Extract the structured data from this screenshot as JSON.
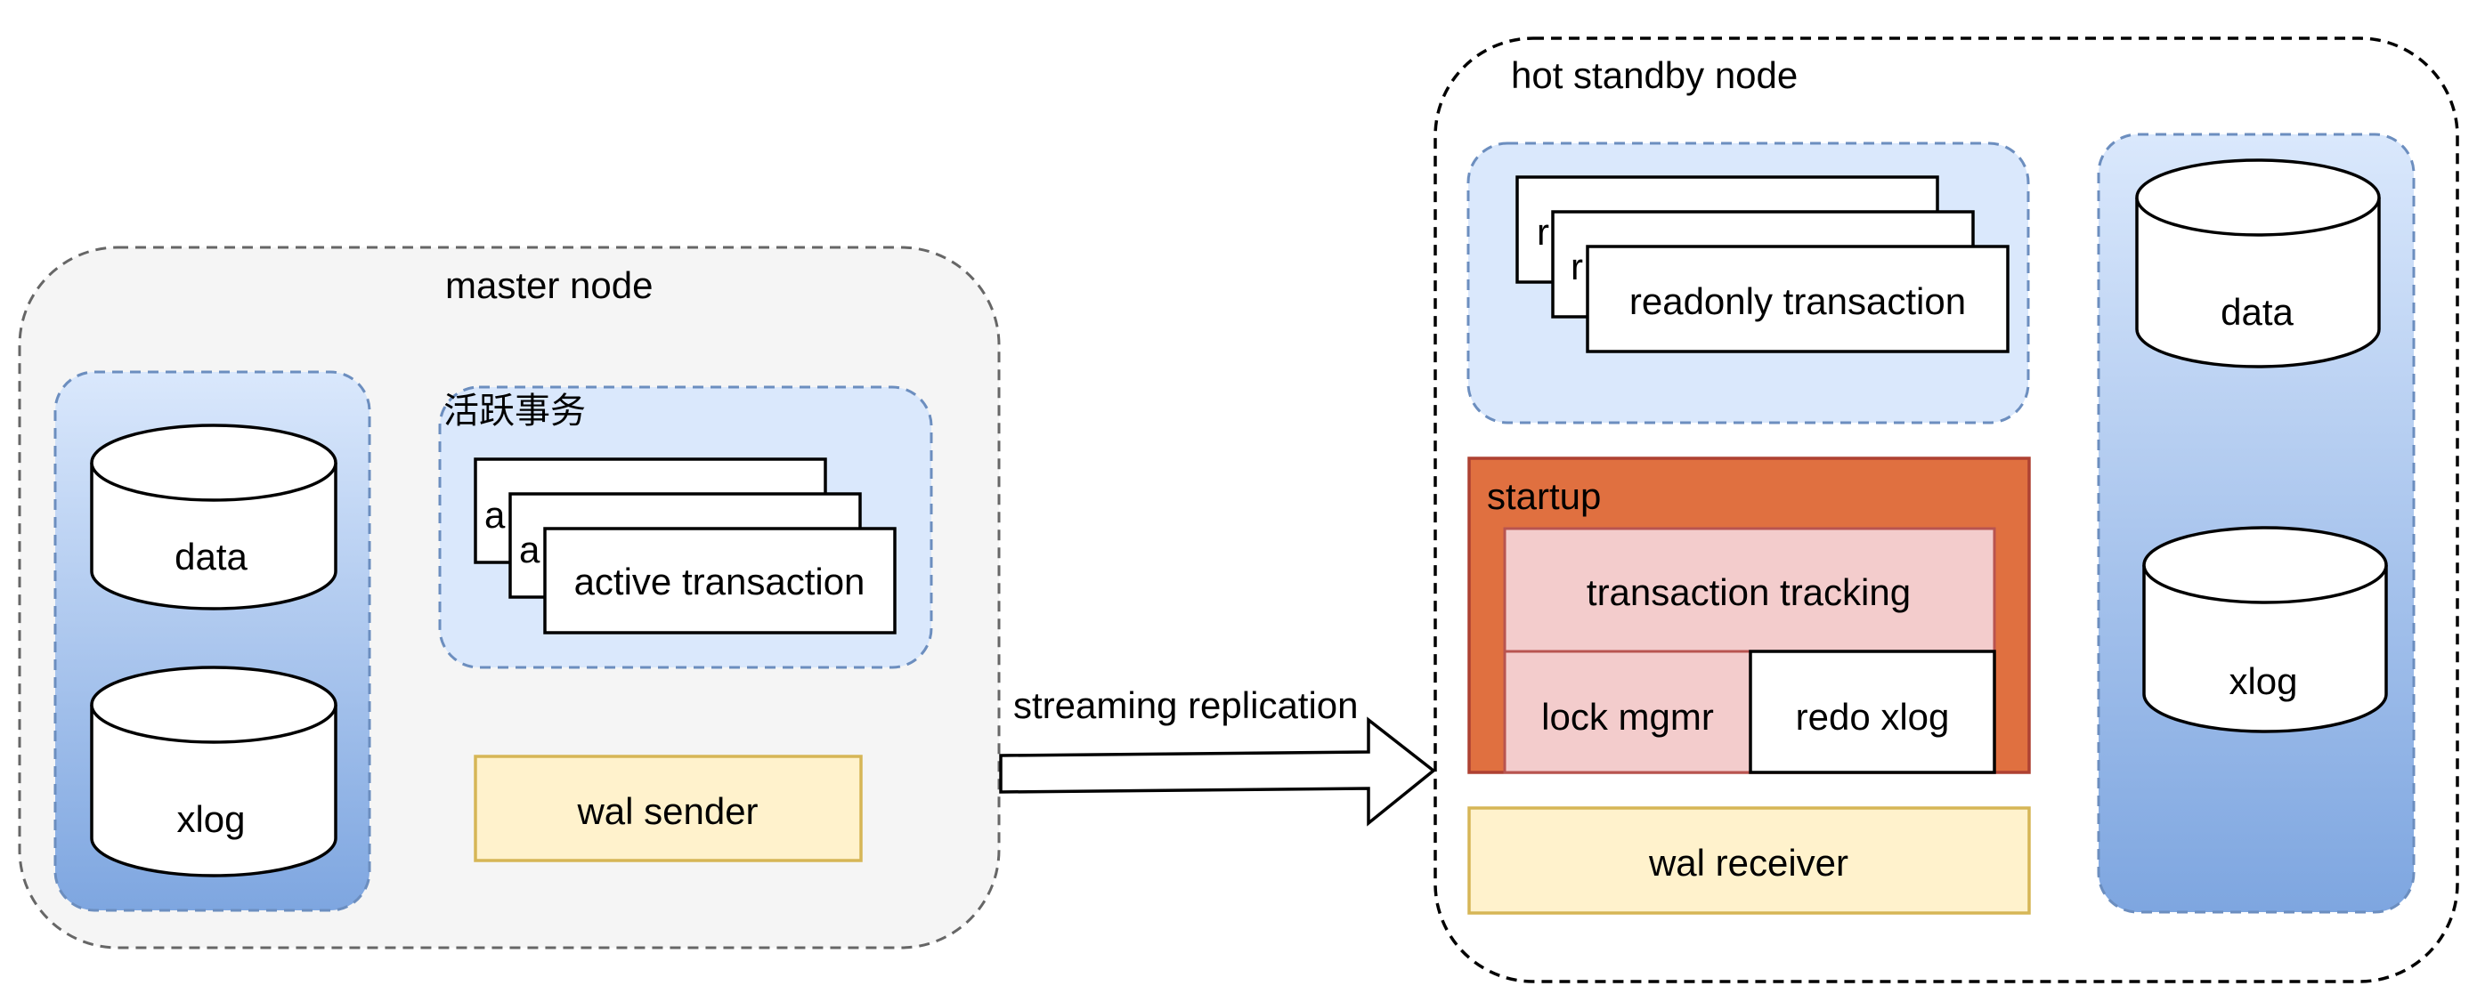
{
  "master": {
    "title": "master node",
    "storage": {
      "data": "data",
      "xlog": "xlog"
    },
    "active_group_title": "活跃事务",
    "active_card_back_text": "a",
    "active_card_text": "active transaction",
    "wal_sender": "wal sender"
  },
  "link": {
    "label": "streaming replication"
  },
  "standby": {
    "title": "hot standby node",
    "readonly_card_back_text": "r",
    "readonly_card_text": "readonly transaction",
    "startup": {
      "title": "startup",
      "transaction_tracking": "transaction tracking",
      "lock_mgmr": "lock mgmr",
      "redo_xlog": "redo xlog"
    },
    "wal_receiver": "wal receiver",
    "storage": {
      "data": "data",
      "xlog": "xlog"
    }
  },
  "colors": {
    "master_fill": "#f5f5f5",
    "master_stroke": "#666666",
    "group_fill": "#dae8fc",
    "group_stroke": "#6c8ebf",
    "storage_gradient_top": "#dae8fc",
    "storage_gradient_bottom": "#7ea6e0",
    "wal_fill": "#fff2cc",
    "wal_stroke": "#d6b656",
    "startup_fill": "#e07040",
    "startup_stroke": "#ae4132",
    "tracking_fill": "#f3cccc",
    "tracking_stroke": "#b85450"
  }
}
